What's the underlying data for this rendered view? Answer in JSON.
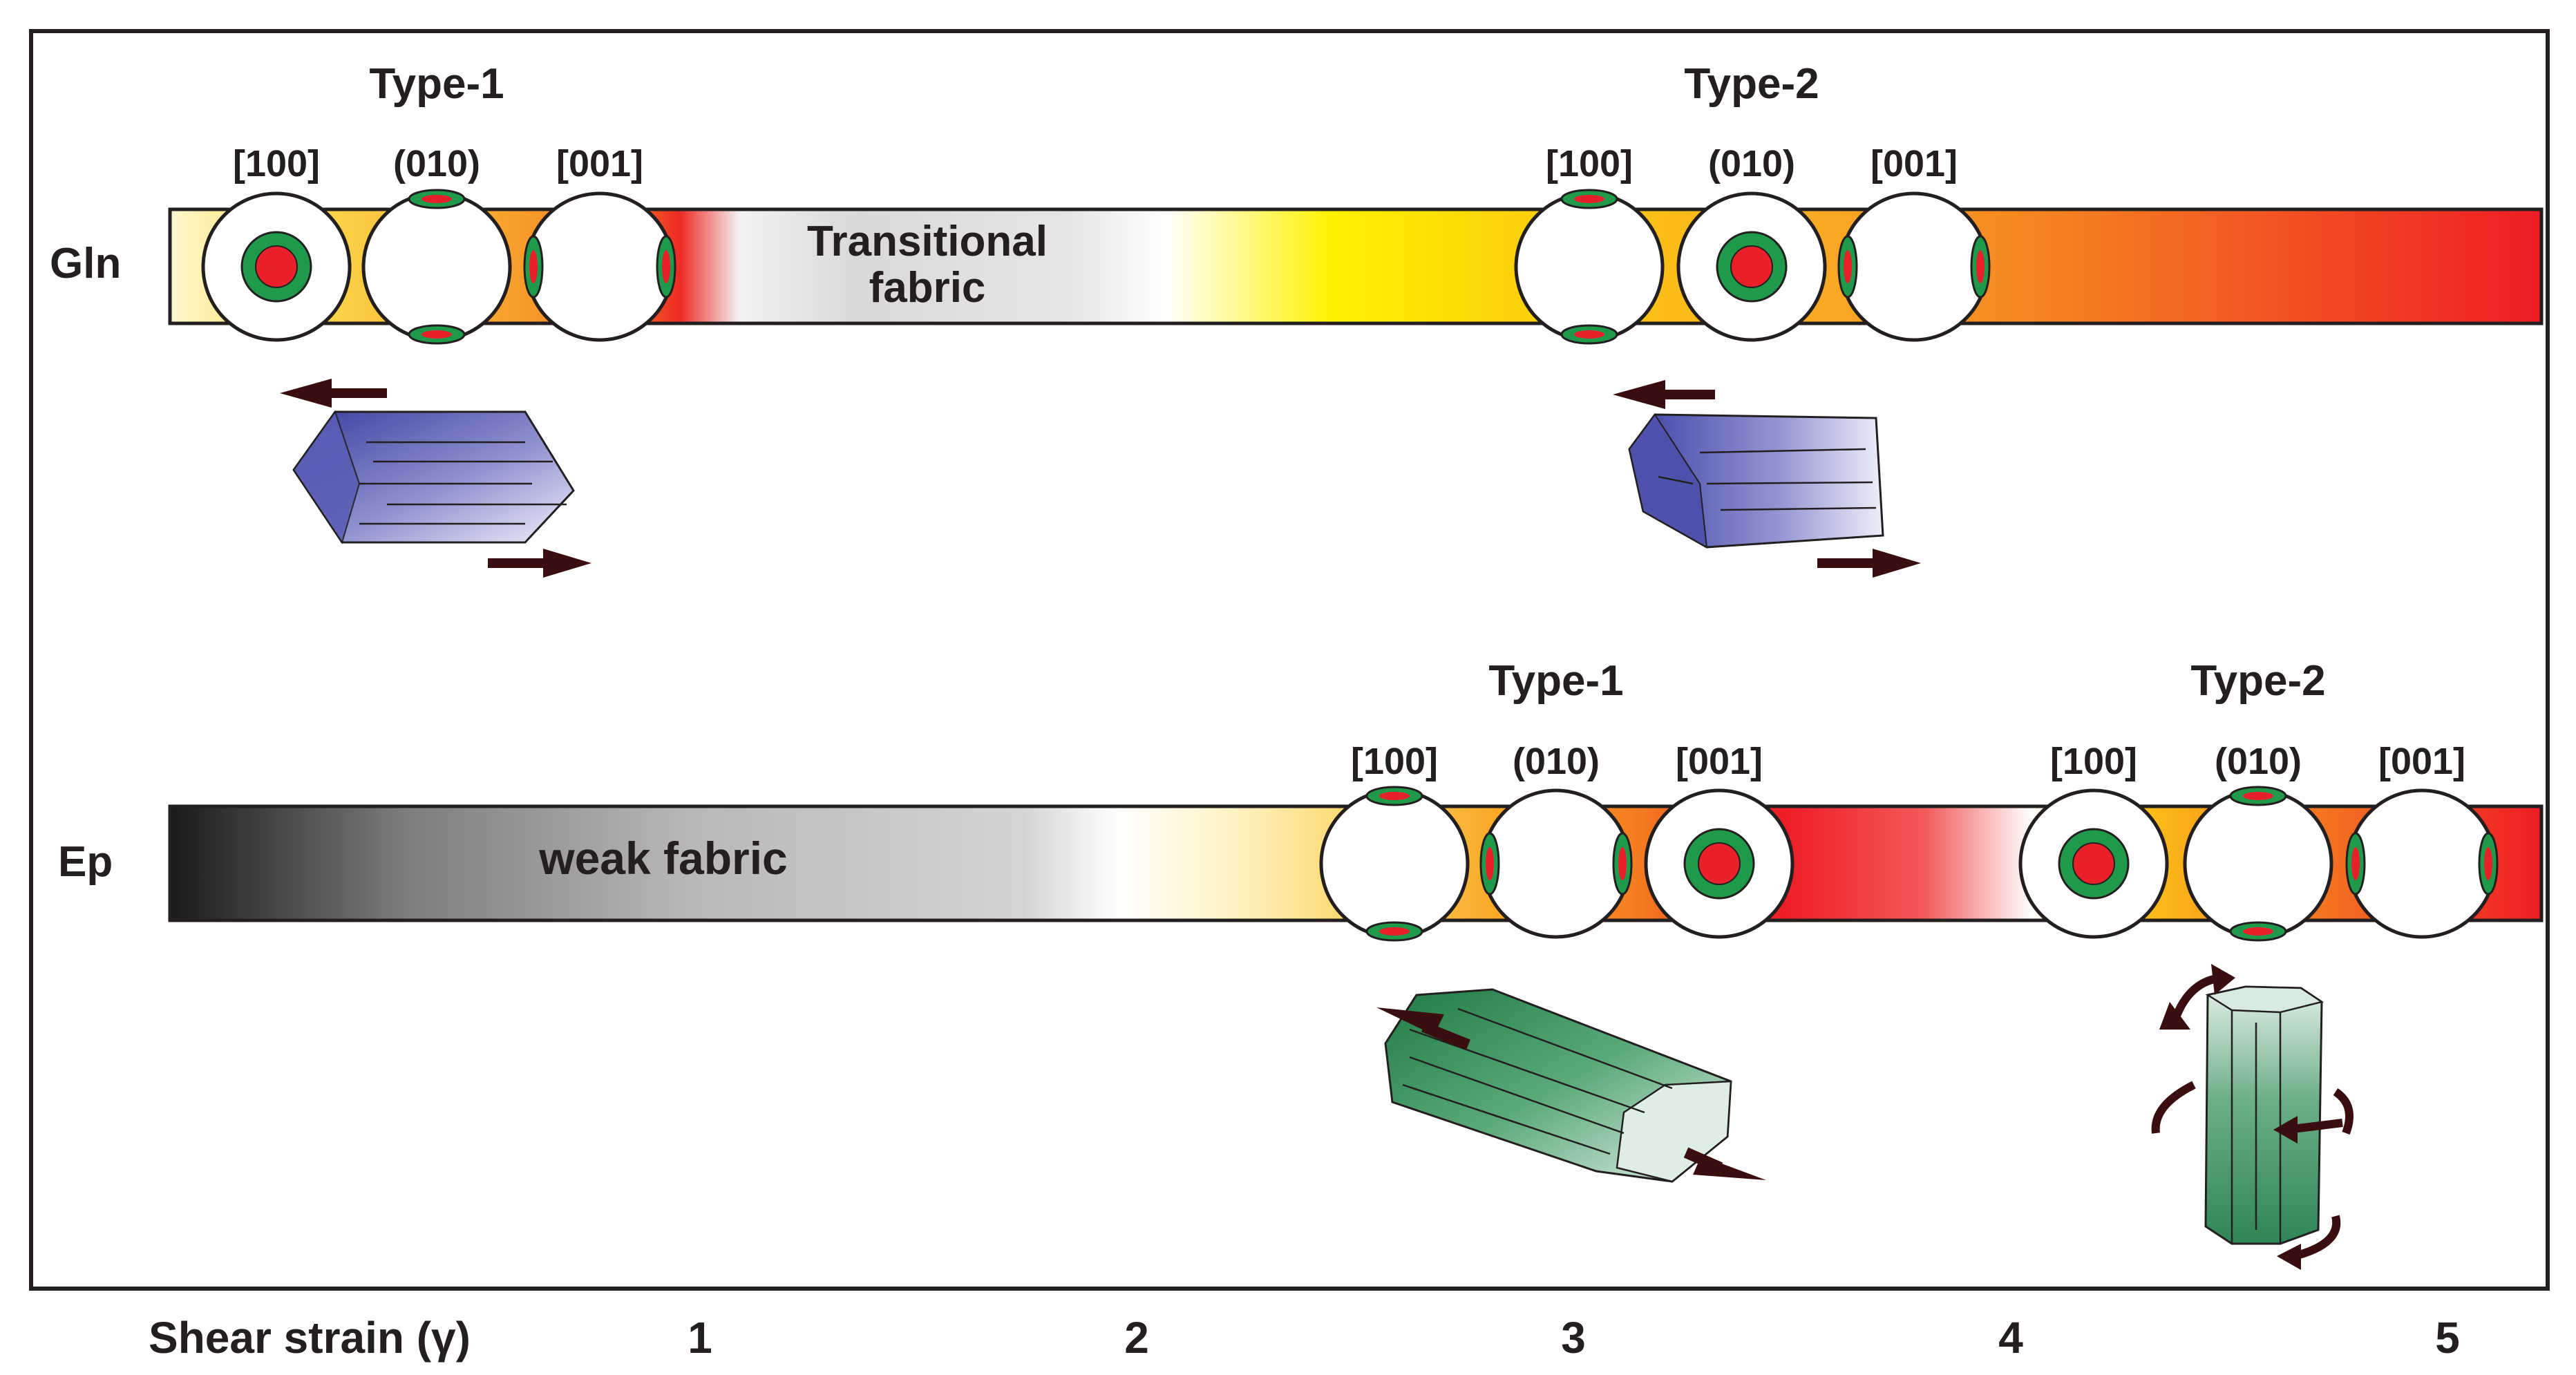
{
  "rows": {
    "gln": {
      "label": "Gln",
      "center_text_line1": "Transitional",
      "center_text_line2": "fabric",
      "groups": [
        {
          "type": "Type-1",
          "axes": [
            "[100]",
            "(010)",
            "[001]"
          ],
          "patterns": [
            "center",
            "poles",
            "sides"
          ]
        },
        {
          "type": "Type-2",
          "axes": [
            "[100]",
            "(010)",
            "[001]"
          ],
          "patterns": [
            "poles",
            "center",
            "sides"
          ]
        }
      ]
    },
    "ep": {
      "label": "Ep",
      "center_text": "weak fabric",
      "groups": [
        {
          "type": "Type-1",
          "axes": [
            "[100]",
            "(010)",
            "[001]"
          ],
          "patterns": [
            "poles",
            "sides",
            "center"
          ]
        },
        {
          "type": "Type-2",
          "axes": [
            "[100]",
            "(010)",
            "[001]"
          ],
          "patterns": [
            "center",
            "poles",
            "sides"
          ]
        }
      ]
    }
  },
  "axis": {
    "title": "Shear strain (γ)",
    "ticks": [
      "1",
      "2",
      "3",
      "4",
      "5"
    ]
  },
  "colors": {
    "glaucophane": "#4b4fa8",
    "epidote": "#2d8a55",
    "arrow": "#3a0e0e",
    "pole_green": "#1f9a4a",
    "pole_red": "#e8202a",
    "bar_yellow": "#f7e600",
    "bar_orange": "#f7941d",
    "bar_red": "#ee1c25"
  }
}
